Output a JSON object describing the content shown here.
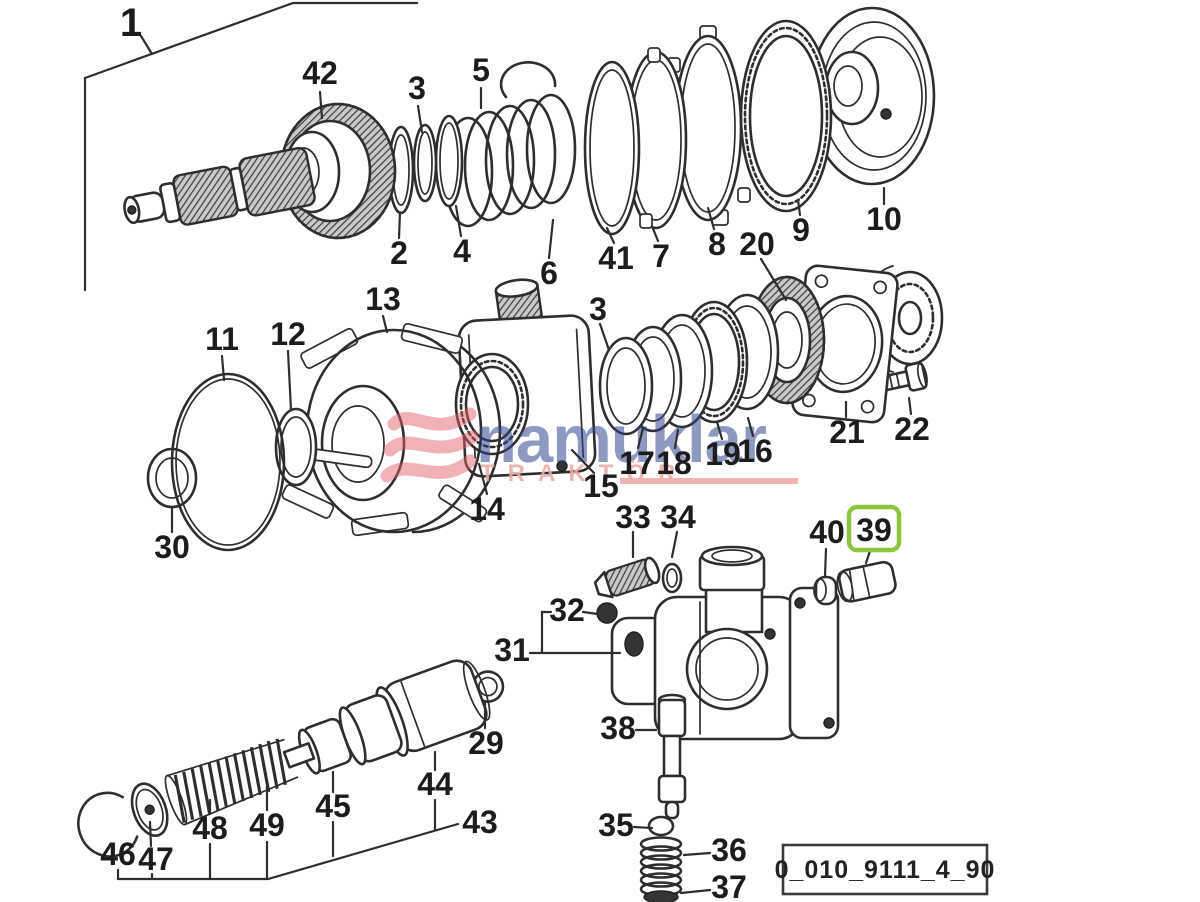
{
  "diagram": {
    "drawing_number": "0_010_9111_4_90",
    "highlighted_callout": "39",
    "highlight_color": "#8cc63e",
    "line_color": "#2e2e2e",
    "background_color": "#ffffff"
  },
  "watermark": {
    "brand": "namuklar",
    "subtitle": "TRAKTÖR",
    "brand_color": "rgba(45,68,142,0.62)",
    "subtitle_color": "#e9aca6",
    "underline_color": "#efa9a4",
    "logo_color": "#e2606a"
  },
  "callouts": {
    "n1": "1",
    "n2": "2",
    "n3_top": "3",
    "n3_mid": "3",
    "n4": "4",
    "n5": "5",
    "n6": "6",
    "n7": "7",
    "n8": "8",
    "n9": "9",
    "n10": "10",
    "n11": "11",
    "n12": "12",
    "n13": "13",
    "n14": "14",
    "n15": "15",
    "n16": "16",
    "n17": "17",
    "n18": "18",
    "n19": "19",
    "n20": "20",
    "n21": "21",
    "n22": "22",
    "n29": "29",
    "n30": "30",
    "n31": "31",
    "n32": "32",
    "n33": "33",
    "n34": "34",
    "n35": "35",
    "n36": "36",
    "n37": "37",
    "n38": "38",
    "n39": "39",
    "n40": "40",
    "n41": "41",
    "n42": "42",
    "n43": "43",
    "n44": "44",
    "n45": "45",
    "n46": "46",
    "n47": "47",
    "n48": "48",
    "n49": "49"
  }
}
